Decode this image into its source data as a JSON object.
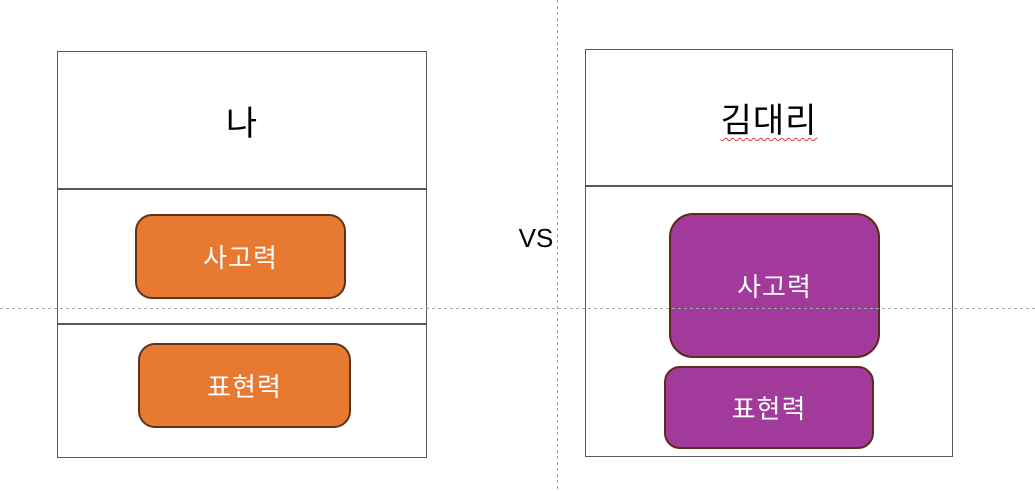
{
  "vs_label": "VS",
  "panels": [
    {
      "id": "me",
      "title": "나",
      "skills": [
        {
          "label": "사고력"
        },
        {
          "label": "표현력"
        }
      ],
      "skill_fill": "#e87931",
      "skill_border": "#5b341d"
    },
    {
      "id": "kim-daeri",
      "title": "김대리",
      "title_has_spellcheck_underline": true,
      "skills": [
        {
          "label": "사고력"
        },
        {
          "label": "표현력"
        }
      ],
      "skill_fill": "#a23a9c",
      "skill_border": "#5e2a1b"
    }
  ],
  "colors": {
    "panel_border": "#595959",
    "guide_line": "#a8a8a8",
    "skill_text": "#ffffff",
    "title_text": "#000000",
    "spellcheck_underline": "#e03b2f",
    "background": "#ffffff"
  }
}
